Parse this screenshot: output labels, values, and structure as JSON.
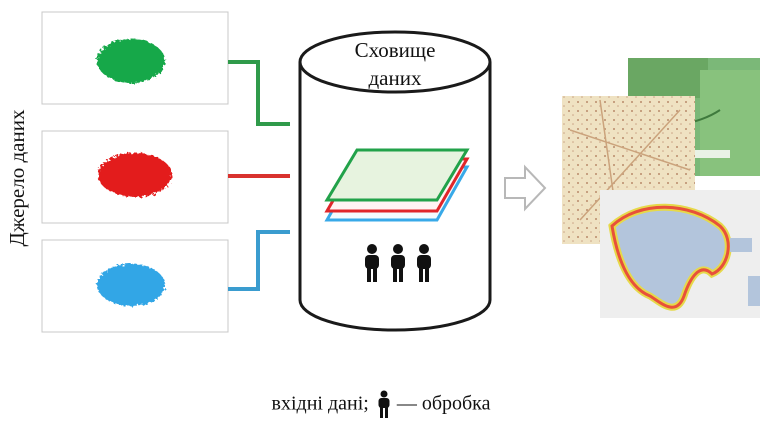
{
  "sources_label": "Джерело даних",
  "storage_title": [
    "Сховище",
    "даних"
  ],
  "caption": {
    "text_left": "вхідні дані;",
    "text_right": "— обробка"
  },
  "sources": [
    {
      "name": "green-source",
      "color": "#13a84a"
    },
    {
      "name": "red-source",
      "color": "#e31c1c"
    },
    {
      "name": "blue-source",
      "color": "#33a6e6"
    }
  ],
  "connector_colors": {
    "green": "#2f9a4a",
    "red": "#d9322e",
    "blue": "#3a9ccf"
  },
  "layer_colors": {
    "top": "#22a24a",
    "middle": "#e0262a",
    "bottom": "#38a9e8"
  },
  "icons": [
    "person-icon",
    "arrow-right-icon"
  ]
}
